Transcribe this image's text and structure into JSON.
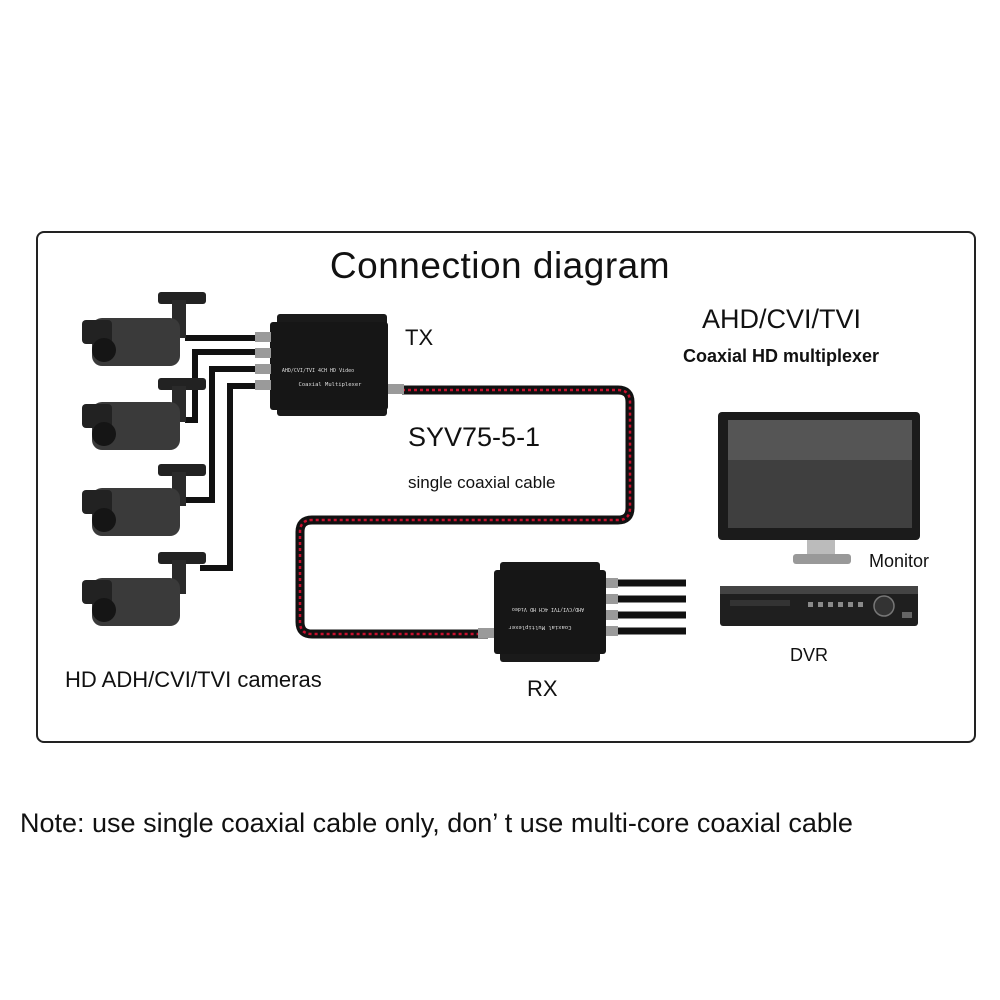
{
  "diagram": {
    "title": "Connection diagram",
    "tx_label": "TX",
    "rx_label": "RX",
    "cable_name": "SYV75-5-1",
    "cable_desc": "single coaxial cable",
    "product_title": "AHD/CVI/TVI",
    "product_subtitle": "Coaxial HD multiplexer",
    "monitor_label": "Monitor",
    "dvr_label": "DVR",
    "cameras_label": "HD ADH/CVI/TVI cameras",
    "tx_panel_text_1": "AHD/CVI/TVI 4CH HD Video",
    "tx_panel_text_2": "Coaxial Multiplexer",
    "rx_panel_text_1": "AHD/CVI/TVI 4CH HD Video",
    "rx_panel_text_2": "Coaxial Multiplexer",
    "cable_colors": {
      "outer": "#111111",
      "inner": "#c8102e"
    }
  },
  "note": "Note:  use single coaxial cable only, don’  t use multi-core coaxial cable"
}
